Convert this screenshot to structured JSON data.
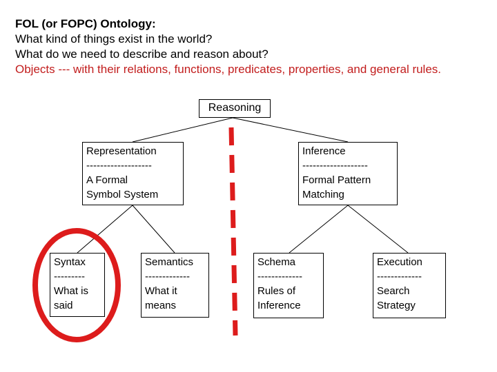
{
  "colors": {
    "text_red": "#c21d1d",
    "shape_red": "#dd1c1c",
    "box_border": "#000000",
    "background": "#ffffff"
  },
  "header": {
    "title": "FOL (or FOPC) Ontology:",
    "question1": "What kind of things exist in the world?",
    "question2": "What do we need to describe and reason about?",
    "objects_line": "Objects --- with their relations, functions, predicates, properties, and general rules."
  },
  "tree": {
    "root": {
      "label": "Reasoning"
    },
    "representation": {
      "title": "Representation",
      "separator": "-------------------",
      "desc1": "A Formal",
      "desc2": "Symbol System"
    },
    "inference": {
      "title": "Inference",
      "separator": "-------------------",
      "desc1": "Formal Pattern",
      "desc2": "Matching"
    },
    "syntax": {
      "title": "Syntax",
      "separator": "---------",
      "desc1": "What is",
      "desc2": "said",
      "highlighted": "true"
    },
    "semantics": {
      "title": "Semantics",
      "separator": "-------------",
      "desc1": "What it",
      "desc2": "means"
    },
    "schema": {
      "title": "Schema",
      "separator": "-------------",
      "desc1": "Rules of",
      "desc2": "Inference"
    },
    "execution": {
      "title": "Execution",
      "separator": "-------------",
      "desc1": "Search",
      "desc2": "Strategy"
    }
  }
}
